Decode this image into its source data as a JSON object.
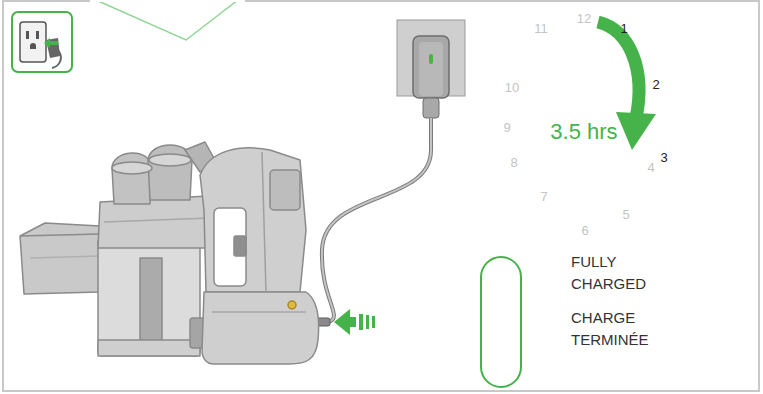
{
  "diagram": {
    "labels": [
      "11",
      "12",
      "1",
      "10",
      "2",
      "9",
      "3.5 hrs",
      "3",
      "8",
      "4",
      "7",
      "6",
      "5",
      "FULLY CHARGED",
      "CHARGE TERMINÉE"
    ]
  }
}
